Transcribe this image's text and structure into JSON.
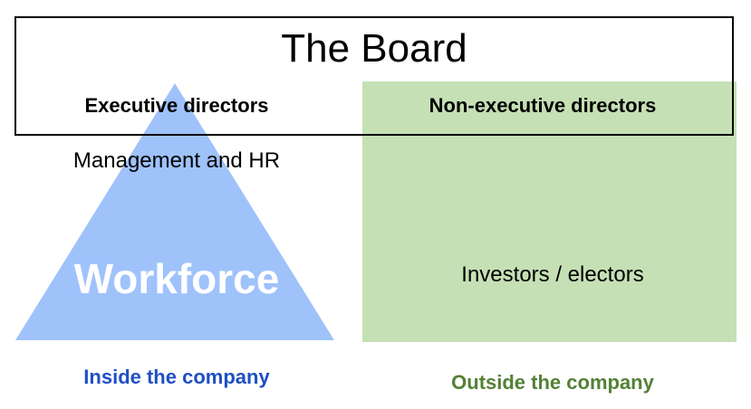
{
  "board": {
    "title": "The Board"
  },
  "executive": {
    "label": "Executive directors",
    "management": "Management and HR",
    "workforce": "Workforce",
    "scope": "Inside the company"
  },
  "non_executive": {
    "label": "Non-executive directors",
    "stakeholders": "Investors / electors",
    "scope": "Outside the company"
  },
  "colors": {
    "pyramid_fill": "#9fc2fb",
    "panel_fill": "#c5e0b4",
    "inside_text": "#1f4fc4",
    "outside_text": "#538135",
    "border": "#000000"
  }
}
